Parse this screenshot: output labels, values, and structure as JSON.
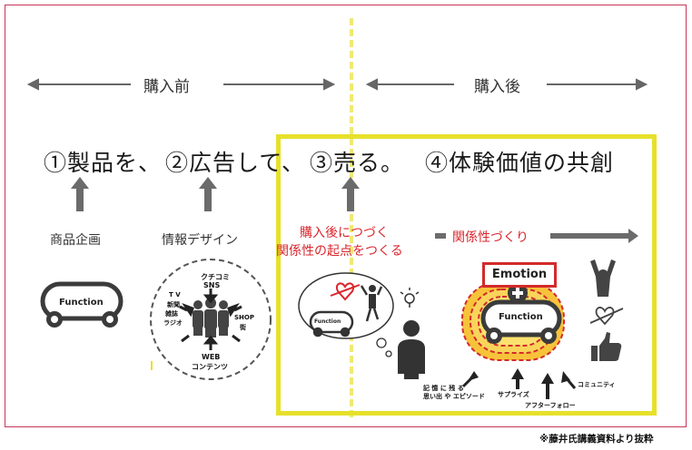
{
  "phases": {
    "before": "購入前",
    "after": "購入後"
  },
  "steps": [
    "①製品を、",
    "②広告して、",
    "③売る。",
    "④体験価値の共創"
  ],
  "stage_labels": {
    "planning": "商品企画",
    "info_design": "情報デザイン"
  },
  "red_labels": {
    "line1": "購入後につづく",
    "line2": "関係性の起点をつくる",
    "relationship": "関係性づくり"
  },
  "car": {
    "function": "Function",
    "emotion": "Emotion",
    "plus": "+"
  },
  "media_circle": {
    "top_line1": "クチコミ",
    "top_line2": "SNS",
    "left_line1": "T V",
    "left_line2": "新聞",
    "left_line3": "雑誌",
    "left_line4": "ラジオ",
    "right_line1": "SHOP",
    "right_line2": "街",
    "bottom_line1": "WEB",
    "bottom_line2": "コンテンツ"
  },
  "annotations": {
    "memory_line1": "記 憶 に 残 る",
    "memory_line2": "思い出 や エピソード",
    "surprise": "サプライズ",
    "follow": "アフターフォロー",
    "community": "コミュニティ"
  },
  "credit": "※藤井氏講義資料より抜粋",
  "colors": {
    "frame": "#c8365a",
    "highlight": "#e7e02b",
    "red": "#d9262d",
    "gray_arrow": "#6b6b6b",
    "dark": "#3b3b3b",
    "orange": "#f08a2e"
  }
}
